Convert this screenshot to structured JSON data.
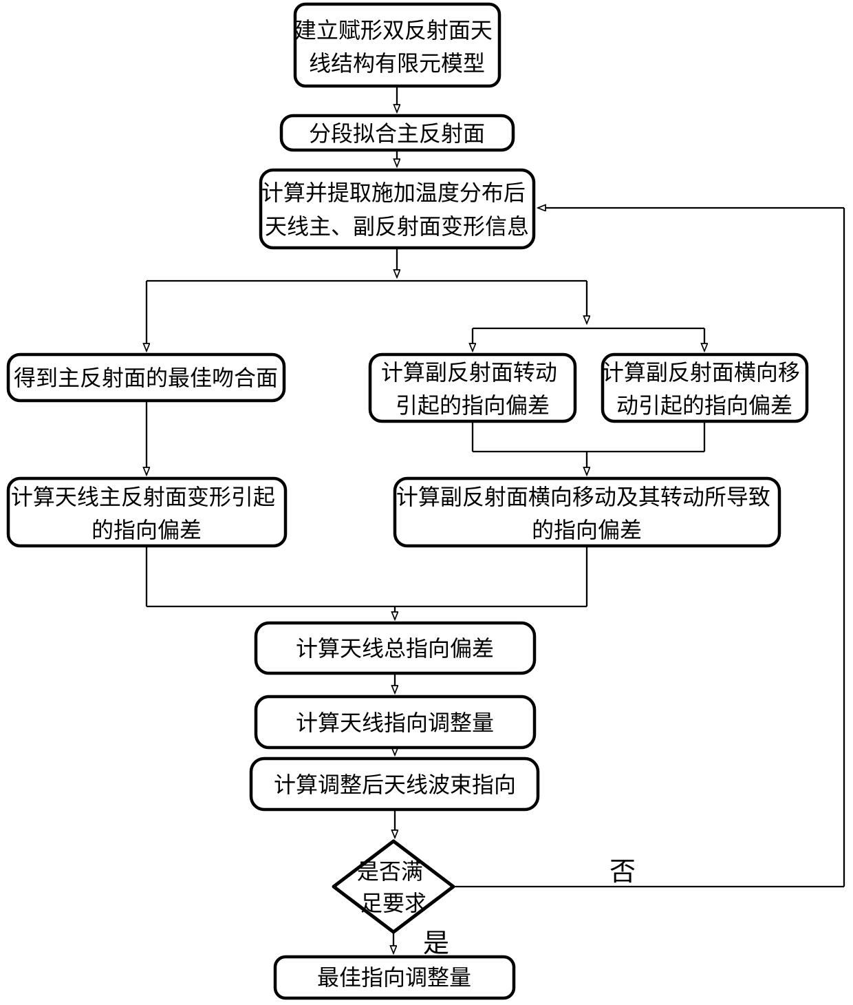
{
  "figure": {
    "type": "flowchart",
    "background_color": "#ffffff",
    "stroke_color": "#000000",
    "node_fill_color": "#ffffff"
  },
  "nodes": {
    "fem": {
      "lines": [
        "建立赋形双反射面天",
        "线结构有限元模型"
      ]
    },
    "fit": {
      "lines": [
        "分段拟合主反射面"
      ]
    },
    "extract": {
      "lines": [
        "计算并提取施加温度分布后",
        "天线主、副反射面变形信息"
      ]
    },
    "bestfit": {
      "lines": [
        "得到主反射面的最佳吻合面"
      ]
    },
    "subrot": {
      "lines": [
        "计算副反射面转动",
        "引起的指向偏差"
      ]
    },
    "subtrans": {
      "lines": [
        "计算副反射面横向移",
        "动引起的指向偏差"
      ]
    },
    "maindev": {
      "lines": [
        "计算天线主反射面变形引起",
        "的指向偏差"
      ]
    },
    "subdev": {
      "lines": [
        "计算副反射面横向移动及其转动所导致",
        "的指向偏差"
      ]
    },
    "total": {
      "lines": [
        "计算天线总指向偏差"
      ]
    },
    "adjust": {
      "lines": [
        "计算天线指向调整量"
      ]
    },
    "beam": {
      "lines": [
        "计算调整后天线波束指向"
      ]
    },
    "decision": {
      "lines": [
        "是否满",
        "足要求"
      ]
    },
    "final": {
      "lines": [
        "最佳指向调整量"
      ]
    }
  },
  "edges": {
    "no_label": "否",
    "yes_label": "是"
  }
}
